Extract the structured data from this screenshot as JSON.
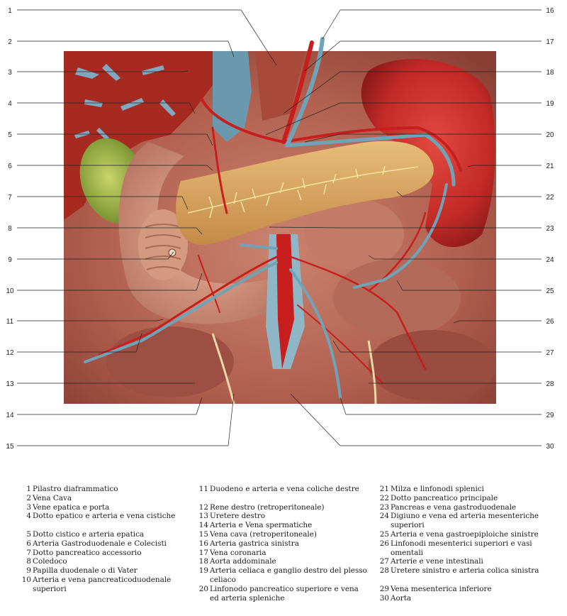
{
  "labels_left": [
    "1",
    "2",
    "3",
    "4",
    "5",
    "6",
    "7",
    "8",
    "9",
    "10",
    "11",
    "12",
    "13",
    "14",
    "15"
  ],
  "labels_right": [
    "16",
    "17",
    "18",
    "19",
    "20",
    "21",
    "22",
    "23",
    "24",
    "25",
    "26",
    "27",
    "28",
    "29",
    "30"
  ],
  "legend": [
    {
      "n": "1",
      "text": "Pilastro diaframmatico"
    },
    {
      "n": "2",
      "text": "Vena Cava"
    },
    {
      "n": "3",
      "text": "Vene epatica e porta"
    },
    {
      "n": "4",
      "text": "Dotto epatico e arteria e vena cistiche"
    },
    {
      "n": "5",
      "text": "Dotto cistico e arteria epatica"
    },
    {
      "n": "6",
      "text": "Arteria Gastroduodenale e Colecisti"
    },
    {
      "n": "7",
      "text": "Dotto pancreatico accessorio"
    },
    {
      "n": "8",
      "text": "Coledoco"
    },
    {
      "n": "9",
      "text": "Papilla duodenale o di Vater"
    },
    {
      "n": "10",
      "text": "Arteria e vena pancreaticoduodenale superiori"
    },
    {
      "n": "11",
      "text": "Duodeno e arteria e vena coliche destre"
    },
    {
      "n": "12",
      "text": "Rene destro (retroperitoneale)"
    },
    {
      "n": "13",
      "text": "Uretere destro"
    },
    {
      "n": "14",
      "text": "Arteria e Vena spermatiche"
    },
    {
      "n": "15",
      "text": "Vena cava (retroperitoneale)"
    },
    {
      "n": "16",
      "text": "Arteria gastrica sinistra"
    },
    {
      "n": "17",
      "text": "Vena coronaria"
    },
    {
      "n": "18",
      "text": "Aorta addominale"
    },
    {
      "n": "19",
      "text": "Arteria celiaca e ganglio destro del plesso celiaco"
    },
    {
      "n": "20",
      "text": "Linfonodo pancreatico superiore e vena ed arteria spleniche"
    },
    {
      "n": "21",
      "text": "Milza e linfonodi splenici"
    },
    {
      "n": "22",
      "text": "Dotto pancreatico principale"
    },
    {
      "n": "23",
      "text": "Pancreas e vena gastroduodenale"
    },
    {
      "n": "24",
      "text": "Digiuno e vena ed arteria mesenteriche superiori"
    },
    {
      "n": "25",
      "text": "Arteria e vena gastroepiploiche sinistre"
    },
    {
      "n": "26",
      "text": "Linfonodi mesenterici superiori e vasi omentali"
    },
    {
      "n": "27",
      "text": "Arterie e vene intestinali"
    },
    {
      "n": "28",
      "text": "Uretere sinistro e arteria colica sinistra"
    },
    {
      "n": "29",
      "text": "Vena mesenterica inferiore"
    },
    {
      "n": "30",
      "text": "Aorta"
    }
  ],
  "colors": {
    "artery": "#c81e1e",
    "vein": "#6fa3b8",
    "pancreas": "#d9a55e",
    "liver": "#a92a1e",
    "spleen": "#c42a2a",
    "bile": "#8fa838",
    "background": "#b9695c"
  }
}
